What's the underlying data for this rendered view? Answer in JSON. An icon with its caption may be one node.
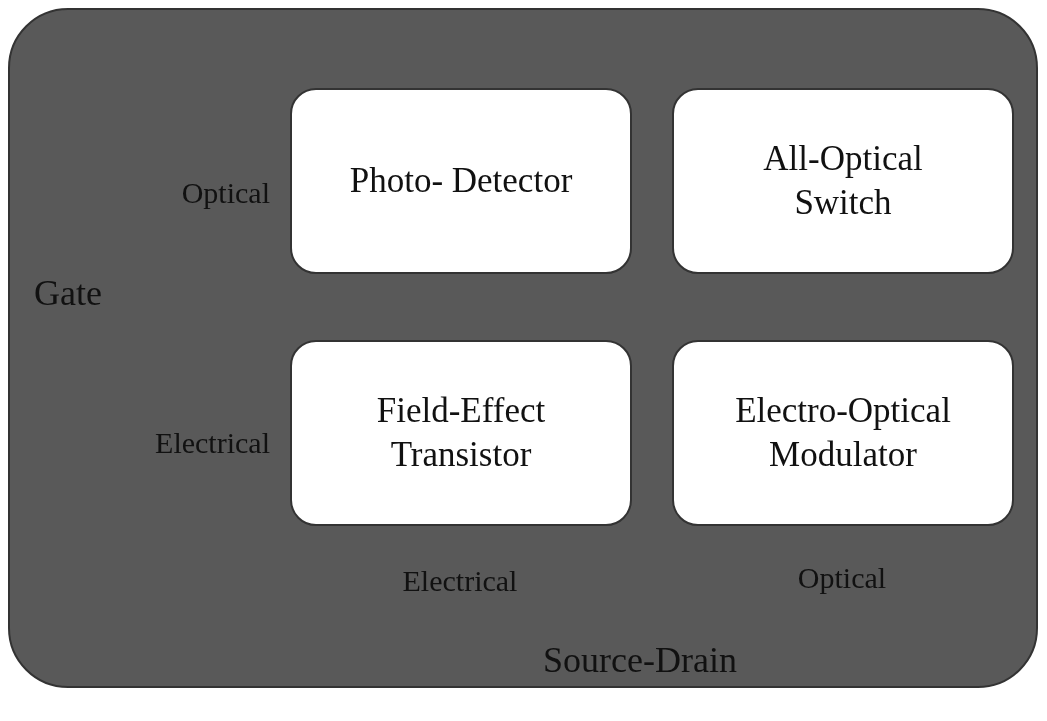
{
  "diagram": {
    "nodes": [
      {
        "text": [
          "Optical",
          "Gate",
          "Electrical",
          "Electrical",
          "Optical",
          "Source-Drain"
        ]
      },
      {
        "text": [
          "Photo- Detector"
        ],
        "in": 0
      },
      {
        "text": [
          "All-Optical Switch"
        ],
        "in": 0
      },
      {
        "text": [
          "Field-Effect Transistor"
        ],
        "in": 0
      },
      {
        "text": [
          "Electro-Optical Modulator"
        ],
        "in": 0
      }
    ]
  }
}
